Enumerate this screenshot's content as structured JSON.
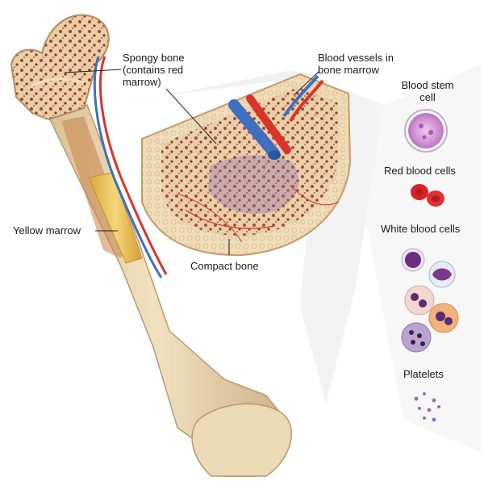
{
  "labels": {
    "spongy_bone": [
      "Spongy bone",
      "(contains red",
      "marrow)"
    ],
    "blood_vessels": [
      "Blood vessels in",
      "bone marrow"
    ],
    "blood_stem_cell": [
      "Blood stem",
      "cell"
    ],
    "red_blood_cells": "Red blood cells",
    "white_blood_cells": "White blood cells",
    "platelets": "Platelets",
    "yellow_marrow": "Yellow marrow",
    "compact_bone": "Compact bone"
  },
  "colors": {
    "bone": "#ead7b4",
    "bone_shadow": "#cdb38a",
    "marrow_red": "#9a3b2a",
    "yellow_marrow": "#e8c35a",
    "artery": "#d9342b",
    "vein": "#3f6fc0",
    "stem_cell": "#d59ad8",
    "rbc": "#d8232a",
    "wbc": "#7a3b8e",
    "platelet": "#9b6fb0"
  }
}
